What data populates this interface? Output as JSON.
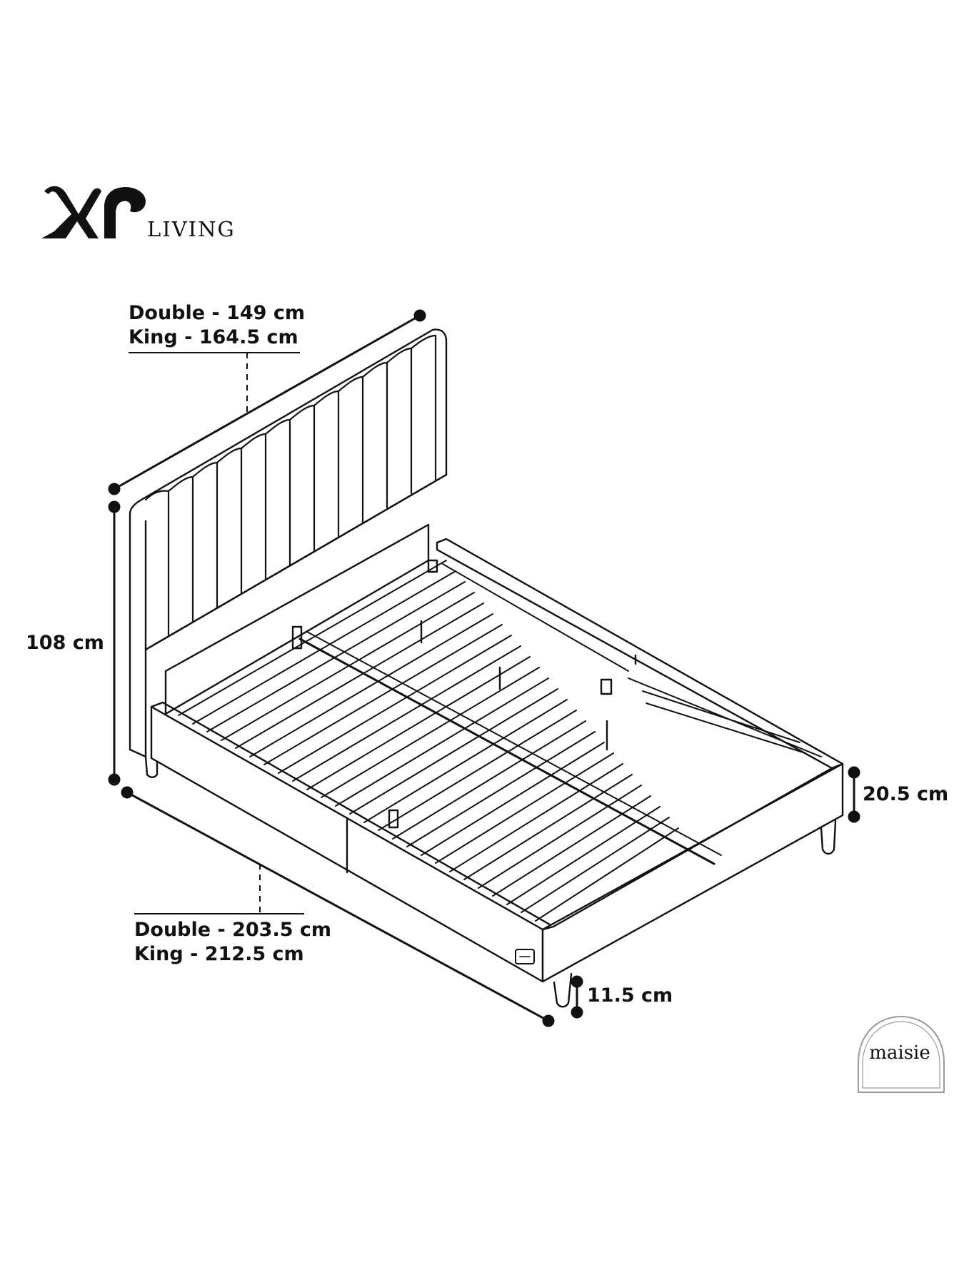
{
  "brand": {
    "wordmark": "LIVING",
    "monogram": "xr",
    "sub_brand": "maisie"
  },
  "dimensions": {
    "width": {
      "double": "Double - 149 cm",
      "king": "King - 164.5 cm"
    },
    "length": {
      "double": "Double - 203.5 cm",
      "king": "King - 212.5 cm"
    },
    "headboard_height": "108 cm",
    "frame_height": "20.5 cm",
    "leg_height": "11.5 cm"
  },
  "icons": [
    "xr-living-logo",
    "maisie-arch-logo",
    "bed-frame-illustration"
  ],
  "colors": {
    "ink": "#111111",
    "background": "#ffffff",
    "badge_outline": "#9a9a9a"
  }
}
